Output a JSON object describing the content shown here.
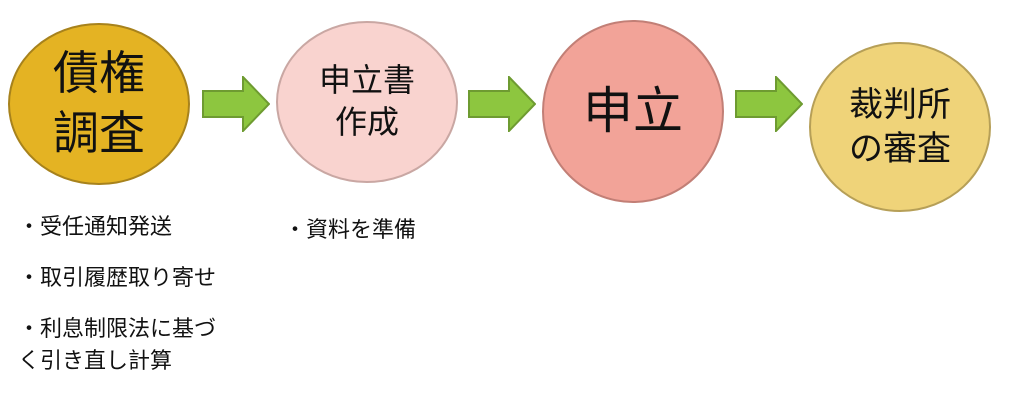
{
  "steps": [
    {
      "label": "債権\n調査"
    },
    {
      "label": "申立書\n作成"
    },
    {
      "label": "申立"
    },
    {
      "label": "裁判所\nの審査"
    }
  ],
  "notes": [
    {
      "items": [
        "・受任通知発送",
        "・取引履歴取り寄せ",
        "・利息制限法に基づ\nく引き直し計算"
      ]
    },
    {
      "items": [
        "・資料を準備"
      ]
    }
  ],
  "colors": {
    "step1": "#e4b323",
    "step2": "#f9d3cf",
    "step3": "#f2a398",
    "step4": "#efd379",
    "arrow": "#8dc63f"
  }
}
